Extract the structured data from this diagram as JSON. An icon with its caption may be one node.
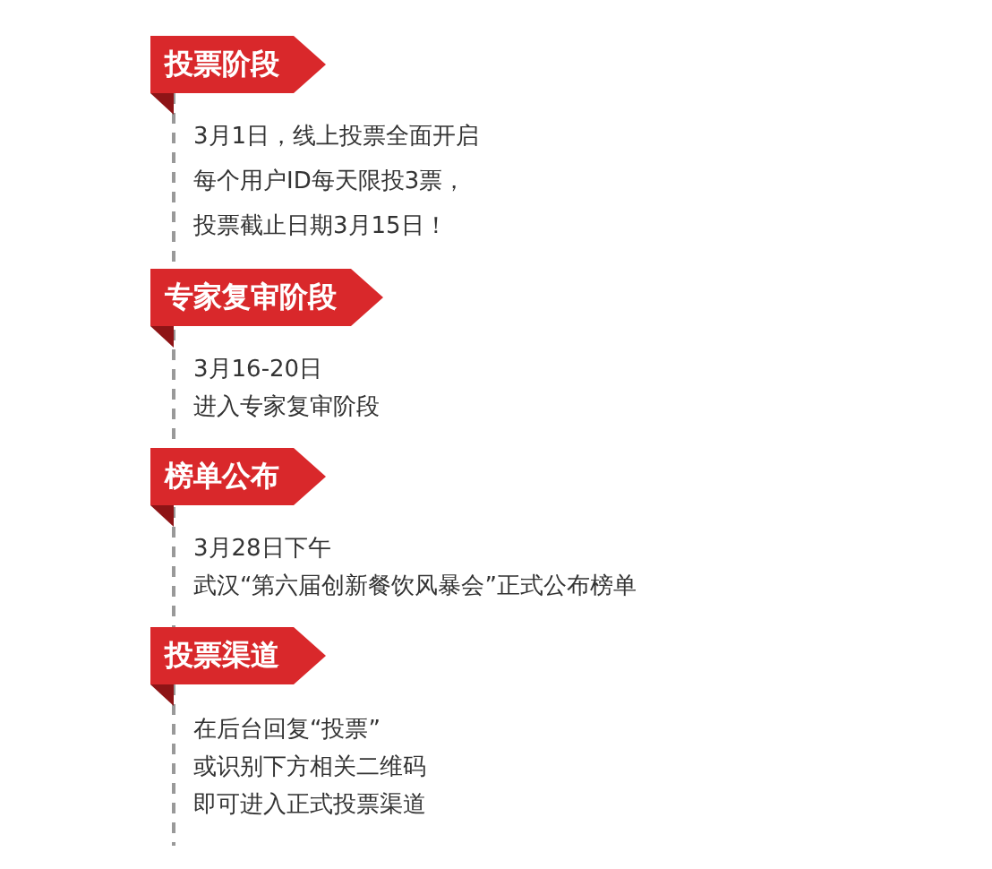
{
  "diagram": {
    "nodes": [
      {
        "text": [
          "投票阶段"
        ],
        "beside": [
          "3月1日，线上投票全面开启",
          "每个用户ID每天限投3票，",
          "投票截止日期3月15日！"
        ]
      },
      {
        "text": [
          "专家复审阶段"
        ],
        "beside": [
          "3月16-20日",
          "进入专家复审阶段"
        ]
      },
      {
        "text": [
          "榜单公布"
        ],
        "beside": [
          "3月28日下午",
          "武汉“第六届创新餐饮风暴会”正式公布榜单"
        ]
      },
      {
        "text": [
          "投票渠道"
        ],
        "beside": [
          "在后台回复“投票”",
          "或识别下方相关二维码",
          "即可进入正式投票渠道"
        ]
      }
    ]
  }
}
